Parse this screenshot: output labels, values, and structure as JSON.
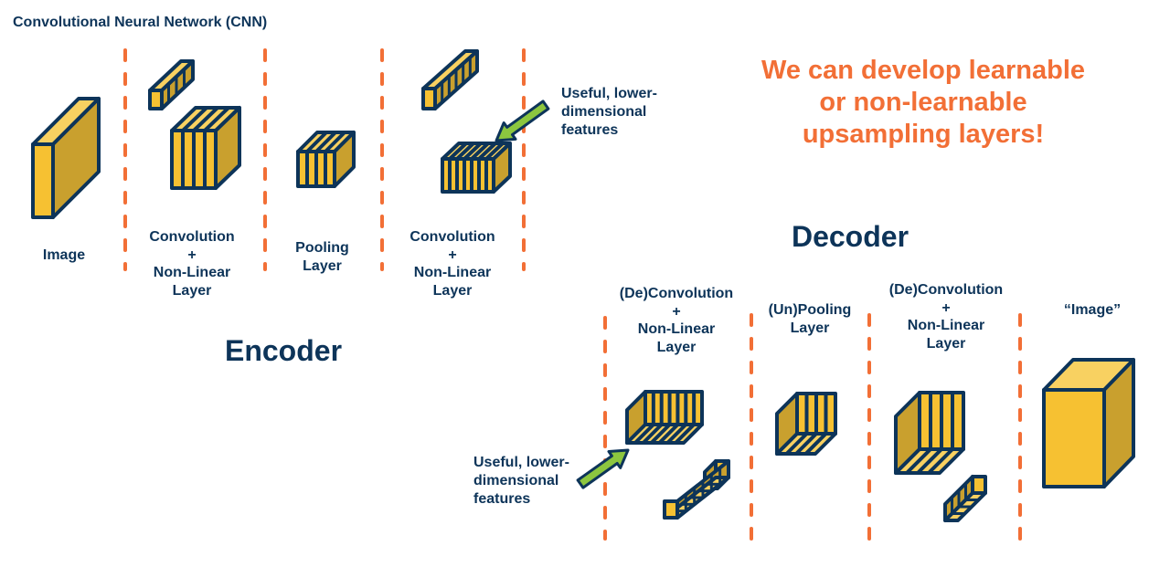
{
  "title": "Convolutional Neural Network (CNN)",
  "callout": {
    "lines": [
      "We can develop learnable",
      "or non-learnable",
      "upsampling layers!"
    ],
    "color": "#f26f36"
  },
  "colors": {
    "text": "#0d3459",
    "separator": "#f26f36",
    "cube_front": "#f6c132",
    "cube_top": "#f8d161",
    "cube_side": "#c9a02e",
    "cube_outline": "#0d3459",
    "arrow": "#8cc63f"
  },
  "encoder": {
    "label": "Encoder",
    "stages": [
      {
        "id": "image",
        "label_lines": [
          "Image"
        ]
      },
      {
        "id": "conv1",
        "label_lines": [
          "Convolution",
          "+",
          "Non-Linear",
          "Layer"
        ]
      },
      {
        "id": "pool",
        "label_lines": [
          "Pooling",
          "Layer"
        ]
      },
      {
        "id": "conv2",
        "label_lines": [
          "Convolution",
          "+",
          "Non-Linear",
          "Layer"
        ]
      }
    ],
    "feature_note": [
      "Useful, lower-",
      "dimensional",
      "features"
    ]
  },
  "decoder": {
    "label": "Decoder",
    "stages": [
      {
        "id": "deconv1",
        "label_lines": [
          "(De)Convolution",
          "+",
          "Non-Linear",
          "Layer"
        ]
      },
      {
        "id": "unpool",
        "label_lines": [
          "(Un)Pooling",
          "Layer"
        ]
      },
      {
        "id": "deconv2",
        "label_lines": [
          "(De)Convolution",
          "+",
          "Non-Linear",
          "Layer"
        ]
      },
      {
        "id": "output-image",
        "label_lines": [
          "“Image”"
        ]
      }
    ],
    "feature_note": [
      "Useful, lower-",
      "dimensional",
      "features"
    ]
  }
}
